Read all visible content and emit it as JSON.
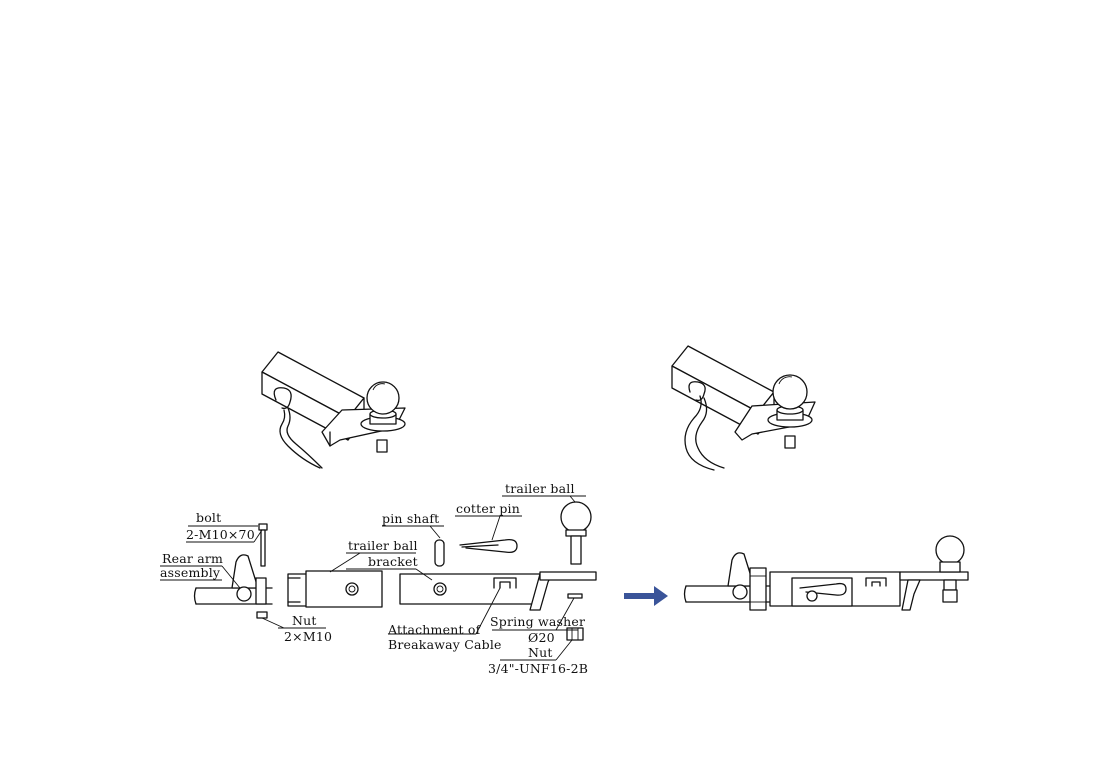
{
  "diagram": {
    "labels": {
      "trailer_ball_top": "trailer ball",
      "cotter_pin": "cotter pin",
      "pin_shaft": "pin shaft",
      "bolt": "bolt",
      "bolt_spec": "2-M10×70",
      "trailer_ball_bracket_line1": "trailer ball",
      "trailer_ball_bracket_line2": "bracket",
      "rear_arm_line1": "Rear arm",
      "rear_arm_line2": "assembly",
      "nut_left": "Nut",
      "nut_left_spec": "2×M10",
      "attachment_line1": "Attachment of",
      "attachment_line2": "Breakaway Cable",
      "spring_washer": "Spring washer",
      "spring_washer_spec": "Ø20",
      "nut_right": "Nut",
      "nut_right_spec": "3/4\"-UNF16-2B"
    },
    "colors": {
      "line": "#111111",
      "arrow": "#3a5499"
    },
    "icons": [
      "arrow-right-icon"
    ]
  }
}
